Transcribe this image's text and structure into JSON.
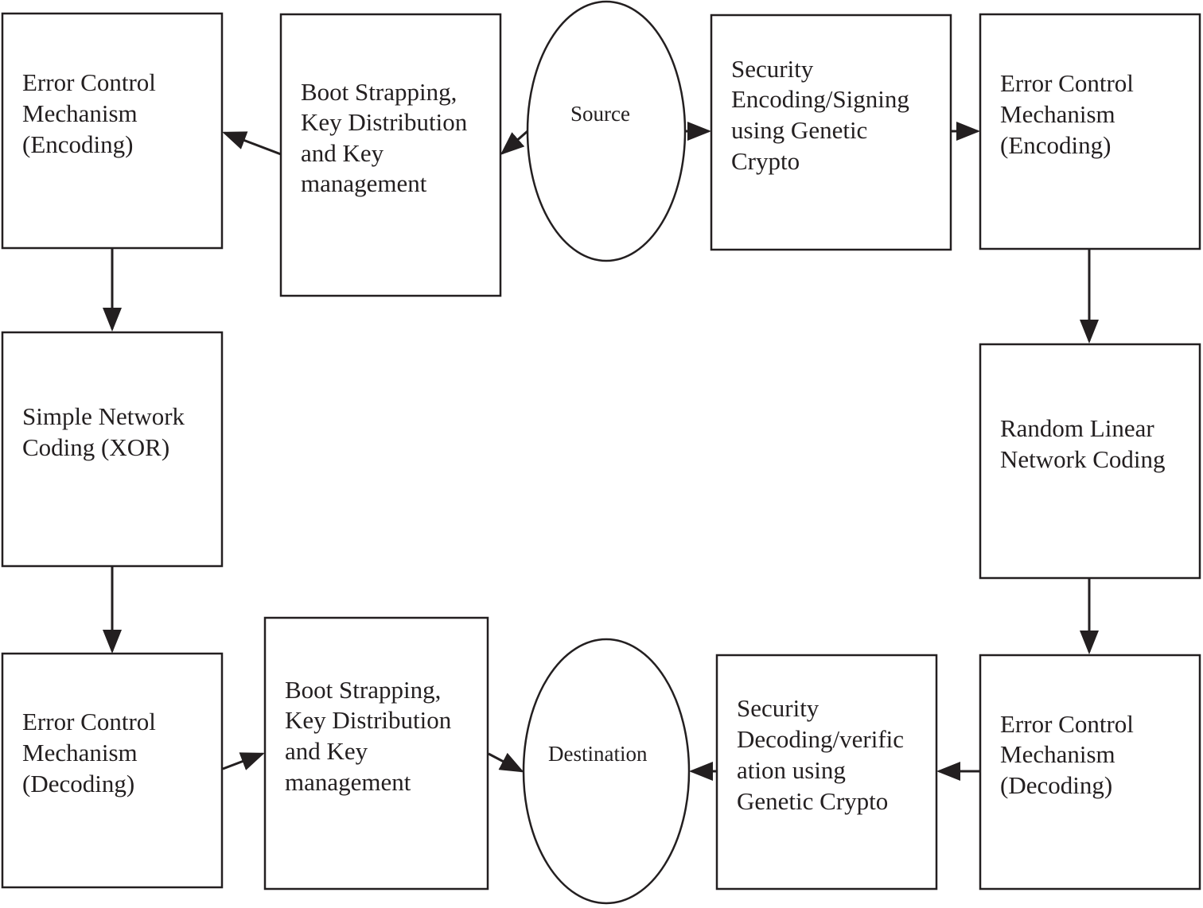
{
  "nodes": {
    "ecm_enc_left": [
      "Error Control",
      "Mechanism",
      "(Encoding)"
    ],
    "boot_top": [
      "Boot Strapping,",
      "Key Distribution",
      "and Key",
      "management"
    ],
    "source": [
      "Source"
    ],
    "sec_enc": [
      "Security",
      "Encoding/Signing",
      "using Genetic",
      "Crypto"
    ],
    "ecm_enc_right": [
      "Error Control",
      "Mechanism",
      "(Encoding)"
    ],
    "snc": [
      "Simple Network",
      "Coding (XOR)"
    ],
    "rlnc": [
      "Random Linear",
      "Network Coding"
    ],
    "ecm_dec_left": [
      "Error Control",
      "Mechanism",
      "(Decoding)"
    ],
    "boot_bottom": [
      "Boot Strapping,",
      "Key Distribution",
      "and Key",
      "management"
    ],
    "destination": [
      "Destination"
    ],
    "sec_dec": [
      "Security",
      "Decoding/verific",
      "ation using",
      "Genetic Crypto"
    ],
    "ecm_dec_right": [
      "Error Control",
      "Mechanism",
      "(Decoding)"
    ]
  },
  "edges": [
    [
      "source",
      "boot_top"
    ],
    [
      "boot_top",
      "ecm_enc_left"
    ],
    [
      "ecm_enc_left",
      "snc"
    ],
    [
      "snc",
      "ecm_dec_left"
    ],
    [
      "ecm_dec_left",
      "boot_bottom"
    ],
    [
      "boot_bottom",
      "destination"
    ],
    [
      "source",
      "sec_enc"
    ],
    [
      "sec_enc",
      "ecm_enc_right"
    ],
    [
      "ecm_enc_right",
      "rlnc"
    ],
    [
      "rlnc",
      "ecm_dec_right"
    ],
    [
      "ecm_dec_right",
      "sec_dec"
    ],
    [
      "sec_dec",
      "destination"
    ]
  ]
}
